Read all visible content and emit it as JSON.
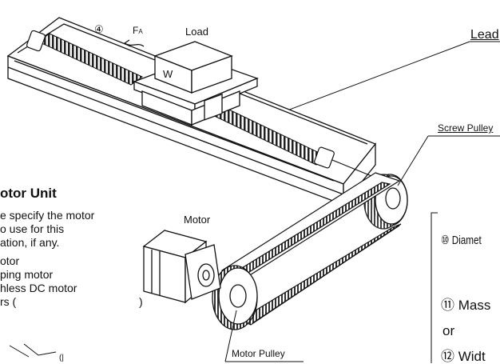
{
  "labels": {
    "lead": "Lead",
    "load": "Load",
    "w": "W",
    "circled4": "④",
    "fa_f": "F",
    "fa_sub": "A",
    "screw_pulley": "Screw Pulley",
    "motor": "Motor",
    "motor_pulley": "Motor Pulley"
  },
  "motor_unit": {
    "title": "otor Unit",
    "line1": "e specify the motor",
    "line2": "o use for this",
    "line3": "ation, if any.",
    "opt1": "otor",
    "opt2": "ping motor",
    "opt3": "hless DC motor",
    "opt4_prefix": "rs (",
    "opt4_suffix": ")"
  },
  "right_panel": {
    "item10": "⑩ Diamet",
    "item11": "⑪ Mass",
    "or": "or",
    "item12": "⑫ Widt"
  }
}
